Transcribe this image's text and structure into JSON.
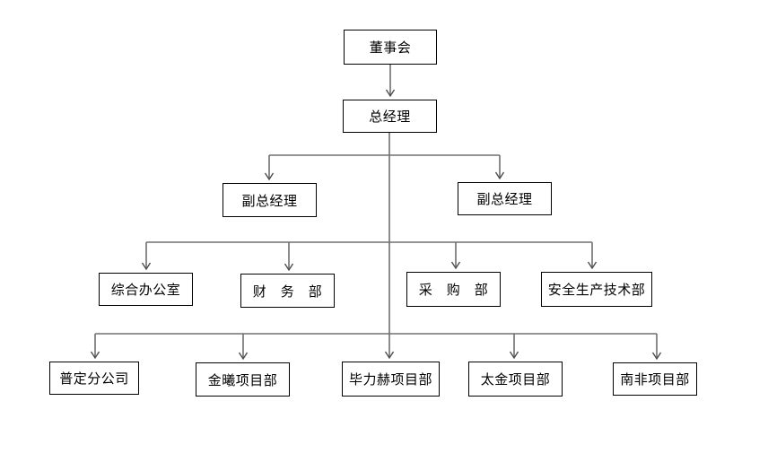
{
  "colors": {
    "background": "#ffffff",
    "box_border": "#000000",
    "connector_line": "#707070",
    "arrowhead": "#4d4d4d",
    "text": "#000000"
  },
  "org_chart": {
    "nodes": {
      "board": {
        "label": "董事会"
      },
      "gm": {
        "label": "总经理"
      },
      "dgm_left": {
        "label": "副总经理"
      },
      "dgm_right": {
        "label": "副总经理"
      },
      "general_office": {
        "label": "综合办公室"
      },
      "finance": {
        "label": "财　务　部"
      },
      "procurement": {
        "label": "采　购　部"
      },
      "safety_tech": {
        "label": "安全生产技术部"
      },
      "puding_branch": {
        "label": "普定分公司"
      },
      "jinxi_project": {
        "label": "金曦项目部"
      },
      "bilihe_project": {
        "label": "毕力赫项目部"
      },
      "taijin_project": {
        "label": "太金项目部"
      },
      "south_africa_project": {
        "label": "南非项目部"
      }
    },
    "edges": [
      {
        "from": "board",
        "to": "gm"
      },
      {
        "from": "gm",
        "to": "dgm_left"
      },
      {
        "from": "gm",
        "to": "dgm_right"
      },
      {
        "from": "gm",
        "to": "general_office"
      },
      {
        "from": "gm",
        "to": "finance"
      },
      {
        "from": "gm",
        "to": "procurement"
      },
      {
        "from": "gm",
        "to": "safety_tech"
      },
      {
        "from": "gm",
        "to": "puding_branch"
      },
      {
        "from": "gm",
        "to": "jinxi_project"
      },
      {
        "from": "gm",
        "to": "bilihe_project"
      },
      {
        "from": "gm",
        "to": "taijin_project"
      },
      {
        "from": "gm",
        "to": "south_africa_project"
      }
    ]
  }
}
